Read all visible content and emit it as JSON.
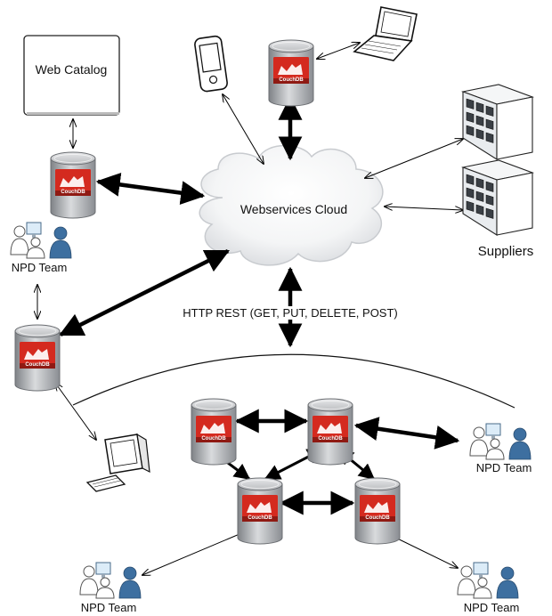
{
  "labels": {
    "web_catalog": "Web Catalog",
    "cloud": "Webservices Cloud",
    "suppliers": "Suppliers",
    "http_rest": "HTTP REST (GET, PUT, DELETE, POST)",
    "npd_team": "NPD Team",
    "couchdb": "CouchDB"
  },
  "colors": {
    "couchdb_red": "#d42a1f",
    "cylinder_gray": "#a9abae",
    "arrow": "#000000",
    "building": "#e9ecef",
    "person_blue": "#3d6fa0"
  },
  "icons": {
    "database": "couchdb-database-icon",
    "laptop": "laptop-icon",
    "pda": "pda-icon",
    "building": "office-building-icon",
    "desktop": "desktop-computer-icon",
    "team": "team-people-icon",
    "cloud": "cloud-icon"
  }
}
